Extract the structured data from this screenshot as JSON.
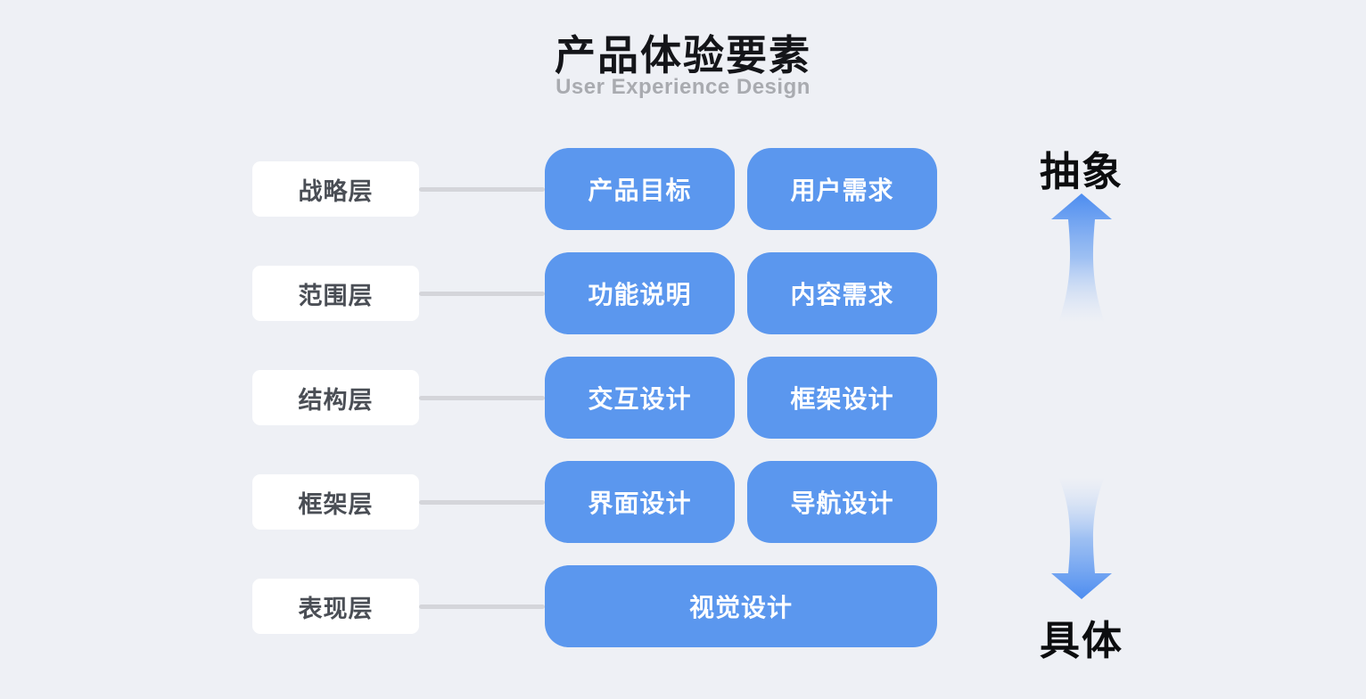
{
  "header": {
    "title": "产品体验要素",
    "subtitle": "User Experience Design"
  },
  "layers": [
    {
      "label": "战略层",
      "items": [
        "产品目标",
        "用户需求"
      ]
    },
    {
      "label": "范围层",
      "items": [
        "功能说明",
        "内容需求"
      ]
    },
    {
      "label": "结构层",
      "items": [
        "交互设计",
        "框架设计"
      ]
    },
    {
      "label": "框架层",
      "items": [
        "界面设计",
        "导航设计"
      ]
    },
    {
      "label": "表现层",
      "items": [
        "视觉设计"
      ]
    }
  ],
  "axis": {
    "top_label": "抽象",
    "bottom_label": "具体"
  },
  "colors": {
    "background": "#eef0f5",
    "accent_blue": "#5b97ee",
    "arrow_blue": "#4c8cf0",
    "label_text": "#4a4e55",
    "connector_gray": "#d4d5da",
    "subtitle_gray": "#a9abb0"
  }
}
